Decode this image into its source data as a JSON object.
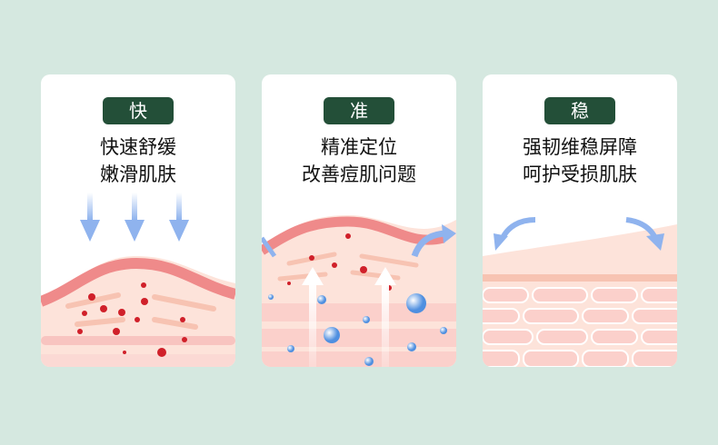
{
  "cards": [
    {
      "badge": "快",
      "line1": "快速舒缓",
      "line2": "嫩滑肌肤"
    },
    {
      "badge": "准",
      "line1": "精准定位",
      "line2": "改善痘肌问题"
    },
    {
      "badge": "稳",
      "line1": "强韧维稳屏障",
      "line2": "呵护受损肌肤"
    }
  ],
  "colors": {
    "background": "#d5e8e0",
    "badge": "#234f38",
    "skin": "#f6b7ad",
    "arrow": "#8fb3ee"
  }
}
